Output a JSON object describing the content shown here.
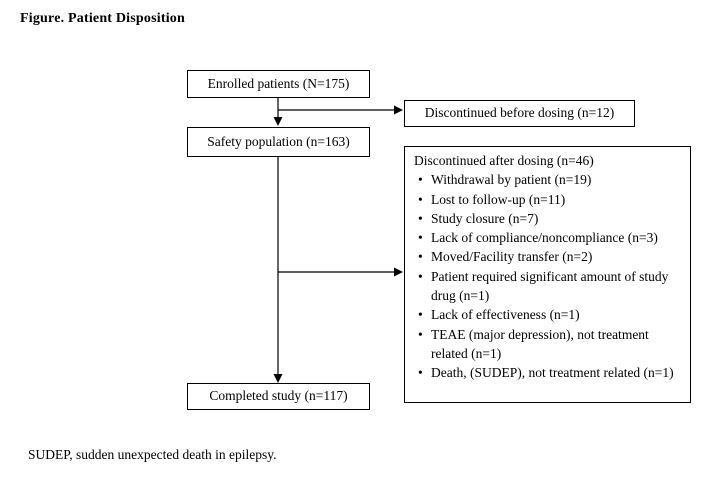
{
  "title": "Figure. Patient Disposition",
  "flowchart": {
    "enrolled": {
      "label": "Enrolled patients (N=175)"
    },
    "discontinued_before": {
      "label": "Discontinued before dosing (n=12)"
    },
    "safety": {
      "label": "Safety population (n=163)"
    },
    "discontinued_after": {
      "header": "Discontinued after dosing (n=46)",
      "items": [
        "Withdrawal by patient (n=19)",
        "Lost to follow-up (n=11)",
        "Study closure (n=7)",
        "Lack of compliance/noncompliance (n=3)",
        "Moved/Facility transfer (n=2)",
        "Patient required significant amount of study drug (n=1)",
        "Lack of effectiveness (n=1)",
        "TEAE (major depression), not treatment related (n=1)",
        "Death, (SUDEP), not treatment related (n=1)"
      ]
    },
    "completed": {
      "label": "Completed study (n=117)"
    }
  },
  "footnote": "SUDEP, sudden unexpected death in epilepsy.",
  "colors": {
    "border": "#000000",
    "text": "#000000",
    "background": "#ffffff"
  }
}
